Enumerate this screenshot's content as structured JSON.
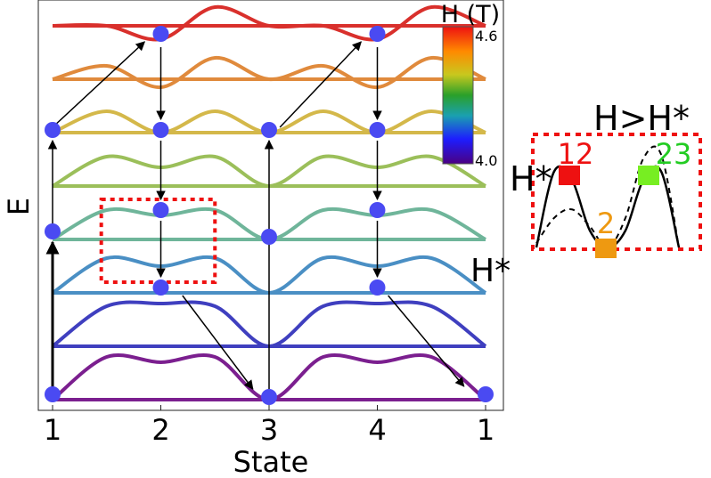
{
  "chart_data": [
    {
      "type": "line",
      "title": "",
      "xlabel": "State",
      "ylabel": "E",
      "xlim": [
        1,
        5
      ],
      "x_ticks": [
        1,
        2,
        3,
        4,
        5
      ],
      "x_tick_labels": [
        "1",
        "2",
        "3",
        "4",
        "1"
      ],
      "grid": false,
      "colorbar": {
        "label": "H (T)",
        "min_label": "4.0",
        "max_label": "4.6",
        "min": 4.0,
        "max": 4.6
      },
      "annotation": "H*",
      "series": [
        {
          "level": 0,
          "color": "#7b1f8f",
          "x": [
            1,
            1.5,
            2,
            2.5,
            3,
            3.5,
            4,
            4.5,
            5
          ],
          "y": [
            0,
            0.8,
            0.7,
            0.8,
            0,
            0.8,
            0.7,
            0.8,
            0
          ]
        },
        {
          "level": 1,
          "color": "#3f3fbf",
          "x": [
            1,
            1.5,
            2,
            2.5,
            3,
            3.5,
            4,
            4.5,
            5
          ],
          "y": [
            1,
            1.75,
            1.8,
            1.75,
            1,
            1.75,
            1.8,
            1.75,
            1
          ]
        },
        {
          "level": 2,
          "color": "#4a8fc4",
          "x": [
            1,
            1.5,
            2,
            2.5,
            3,
            3.5,
            4,
            4.5,
            5
          ],
          "y": [
            2,
            2.65,
            2.5,
            2.65,
            2,
            2.65,
            2.5,
            2.65,
            2
          ]
        },
        {
          "level": 3,
          "color": "#6fb59a",
          "x": [
            1,
            1.5,
            2,
            2.5,
            3,
            3.5,
            4,
            4.5,
            5
          ],
          "y": [
            3,
            3.55,
            3.45,
            3.55,
            3,
            3.55,
            3.45,
            3.55,
            3
          ]
        },
        {
          "level": 4,
          "color": "#9bbf5a",
          "x": [
            1,
            1.5,
            2,
            2.5,
            3,
            3.5,
            4,
            4.5,
            5
          ],
          "y": [
            4,
            4.55,
            4.35,
            4.55,
            4,
            4.55,
            4.35,
            4.55,
            4
          ]
        },
        {
          "level": 5,
          "color": "#d4b84a",
          "x": [
            1,
            1.5,
            2,
            2.5,
            3,
            3.5,
            4,
            4.5,
            5
          ],
          "y": [
            5,
            5.4,
            5,
            5.4,
            5,
            5.4,
            5,
            5.4,
            5
          ]
        },
        {
          "level": 6,
          "color": "#e08a3c",
          "x": [
            1,
            1.5,
            2,
            2.5,
            3,
            3.5,
            4,
            4.5,
            5
          ],
          "y": [
            6,
            6.25,
            5.85,
            6.4,
            6,
            6.25,
            5.85,
            6.4,
            6
          ]
        },
        {
          "level": 7,
          "color": "#d9302c",
          "x": [
            1,
            1.5,
            2,
            2.5,
            3,
            3.5,
            4,
            4.5,
            5
          ],
          "y": [
            7,
            7.0,
            6.75,
            7.35,
            7,
            7.0,
            6.75,
            7.35,
            7
          ]
        }
      ],
      "points": [
        {
          "x": 1,
          "y": 0.1
        },
        {
          "x": 1,
          "y": 3.15
        },
        {
          "x": 1,
          "y": 5.05
        },
        {
          "x": 2,
          "y": 6.85
        },
        {
          "x": 2,
          "y": 5.05
        },
        {
          "x": 2,
          "y": 3.55
        },
        {
          "x": 2,
          "y": 2.1
        },
        {
          "x": 3,
          "y": 0.05
        },
        {
          "x": 3,
          "y": 3.05
        },
        {
          "x": 3,
          "y": 5.05
        },
        {
          "x": 4,
          "y": 6.85
        },
        {
          "x": 4,
          "y": 5.05
        },
        {
          "x": 4,
          "y": 3.55
        },
        {
          "x": 4,
          "y": 2.1
        },
        {
          "x": 5,
          "y": 0.1
        }
      ],
      "arrows": [
        {
          "from": [
            1,
            0.1
          ],
          "to": [
            1,
            2.95
          ],
          "heavy": true
        },
        {
          "from": [
            1,
            3.25
          ],
          "to": [
            1,
            4.85
          ],
          "heavy": false
        },
        {
          "from": [
            1,
            5.1
          ],
          "to": [
            1.85,
            6.7
          ],
          "heavy": false
        },
        {
          "from": [
            2,
            6.6
          ],
          "to": [
            2,
            5.25
          ],
          "heavy": false
        },
        {
          "from": [
            2,
            4.85
          ],
          "to": [
            2,
            3.75
          ],
          "heavy": false
        },
        {
          "from": [
            2,
            3.35
          ],
          "to": [
            2,
            2.3
          ],
          "heavy": false
        },
        {
          "from": [
            2.2,
            1.95
          ],
          "to": [
            2.85,
            0.2
          ],
          "heavy": false
        },
        {
          "from": [
            3,
            0.2
          ],
          "to": [
            3,
            4.85
          ],
          "heavy": false
        },
        {
          "from": [
            3.1,
            5.1
          ],
          "to": [
            3.85,
            6.7
          ],
          "heavy": false
        },
        {
          "from": [
            4,
            6.6
          ],
          "to": [
            4,
            5.25
          ],
          "heavy": false
        },
        {
          "from": [
            4,
            4.85
          ],
          "to": [
            4,
            3.75
          ],
          "heavy": false
        },
        {
          "from": [
            4,
            3.35
          ],
          "to": [
            4,
            2.3
          ],
          "heavy": false
        },
        {
          "from": [
            4.1,
            1.95
          ],
          "to": [
            4.8,
            0.25
          ],
          "heavy": false
        }
      ],
      "highlight_box": {
        "x": [
          1.45,
          2.5
        ],
        "y": [
          2.2,
          3.75
        ]
      }
    },
    {
      "type": "line",
      "title": "",
      "annotations": [
        "H>H*",
        "H*"
      ],
      "state_labels": [
        {
          "text": "12",
          "color": "#ee1111"
        },
        {
          "text": "2",
          "color": "#ee9911"
        },
        {
          "text": "23",
          "color": "#22cc22"
        }
      ],
      "series": [
        {
          "name": "H*",
          "style": "solid",
          "x": [
            0,
            0.5,
            1,
            1.5,
            2,
            2.5,
            3,
            3.5,
            4
          ],
          "y": [
            0,
            0.9,
            0.8,
            0.2,
            0,
            0.2,
            0.8,
            0.9,
            0
          ]
        },
        {
          "name": "H>H*",
          "style": "dashed",
          "x": [
            0,
            0.5,
            1,
            1.5,
            2,
            2.5,
            3,
            3.5,
            4
          ],
          "y": [
            0.05,
            0.35,
            0.45,
            0.25,
            0,
            0.35,
            1.05,
            1.1,
            0
          ]
        }
      ]
    }
  ]
}
